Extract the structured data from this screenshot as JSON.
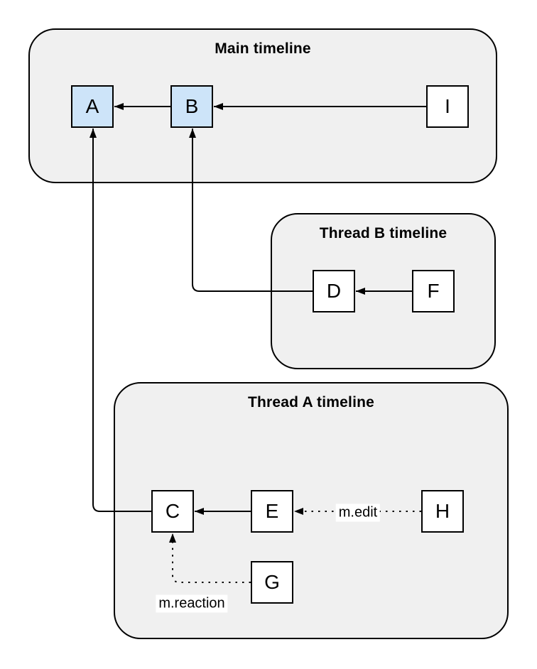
{
  "diagram": {
    "groups": {
      "main": {
        "title": "Main timeline"
      },
      "thread_b": {
        "title": "Thread B timeline"
      },
      "thread_a": {
        "title": "Thread A timeline"
      }
    },
    "nodes": {
      "A": {
        "label": "A",
        "fill": "#cde4f9"
      },
      "B": {
        "label": "B",
        "fill": "#cde4f9"
      },
      "I": {
        "label": "I",
        "fill": "#ffffff"
      },
      "D": {
        "label": "D",
        "fill": "#ffffff"
      },
      "F": {
        "label": "F",
        "fill": "#ffffff"
      },
      "C": {
        "label": "C",
        "fill": "#ffffff"
      },
      "E": {
        "label": "E",
        "fill": "#ffffff"
      },
      "H": {
        "label": "H",
        "fill": "#ffffff"
      },
      "G": {
        "label": "G",
        "fill": "#ffffff"
      }
    },
    "edges": [
      {
        "from": "B",
        "to": "A",
        "style": "solid",
        "label": ""
      },
      {
        "from": "I",
        "to": "B",
        "style": "solid",
        "label": ""
      },
      {
        "from": "F",
        "to": "D",
        "style": "solid",
        "label": ""
      },
      {
        "from": "D",
        "to": "B",
        "style": "solid",
        "label": ""
      },
      {
        "from": "E",
        "to": "C",
        "style": "solid",
        "label": ""
      },
      {
        "from": "C",
        "to": "A",
        "style": "solid",
        "label": ""
      },
      {
        "from": "H",
        "to": "E",
        "style": "dotted",
        "label": "m.edit"
      },
      {
        "from": "G",
        "to": "C",
        "style": "dotted",
        "label": "m.reaction"
      }
    ],
    "edge_labels": {
      "edit": "m.edit",
      "reaction": "m.reaction"
    },
    "colors": {
      "background": "#ffffff",
      "group_fill": "#f0f0f0",
      "group_stroke": "#000000",
      "node_fill_default": "#ffffff",
      "node_fill_highlight": "#cde4f9",
      "node_stroke": "#000000",
      "edge_color": "#000000"
    }
  }
}
